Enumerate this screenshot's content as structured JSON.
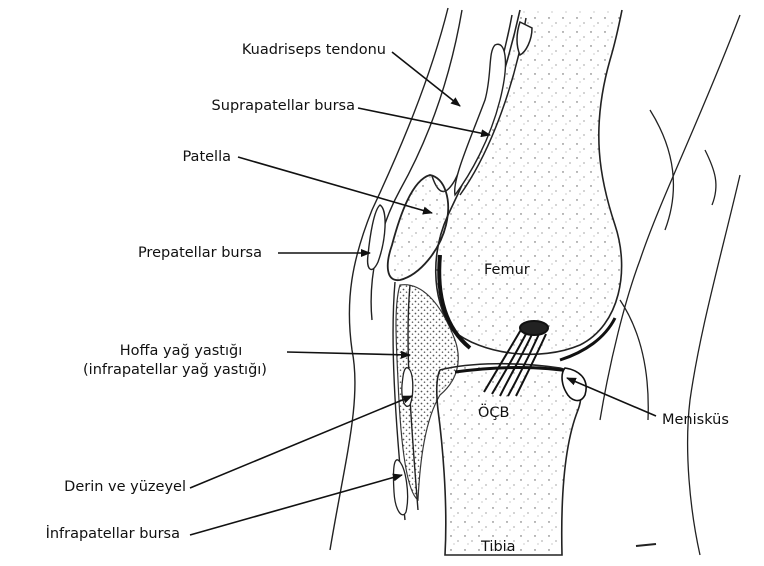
{
  "diagram": {
    "labels": {
      "kuadriseps": "Kuadriseps tendonu",
      "suprapatellar": "Suprapatellar bursa",
      "patella": "Patella",
      "prepatellar": "Prepatellar bursa",
      "femur": "Femur",
      "hoffa_line1": "Hoffa yağ yastığı",
      "hoffa_line2": "(infrapatellar yağ yastığı)",
      "ocb": "ÖÇB",
      "meniskus": "Menisküs",
      "derin": "Derin ve yüzeyel",
      "infrapatellar": "İnfrapatellar bursa",
      "tibia": "Tibia"
    }
  }
}
